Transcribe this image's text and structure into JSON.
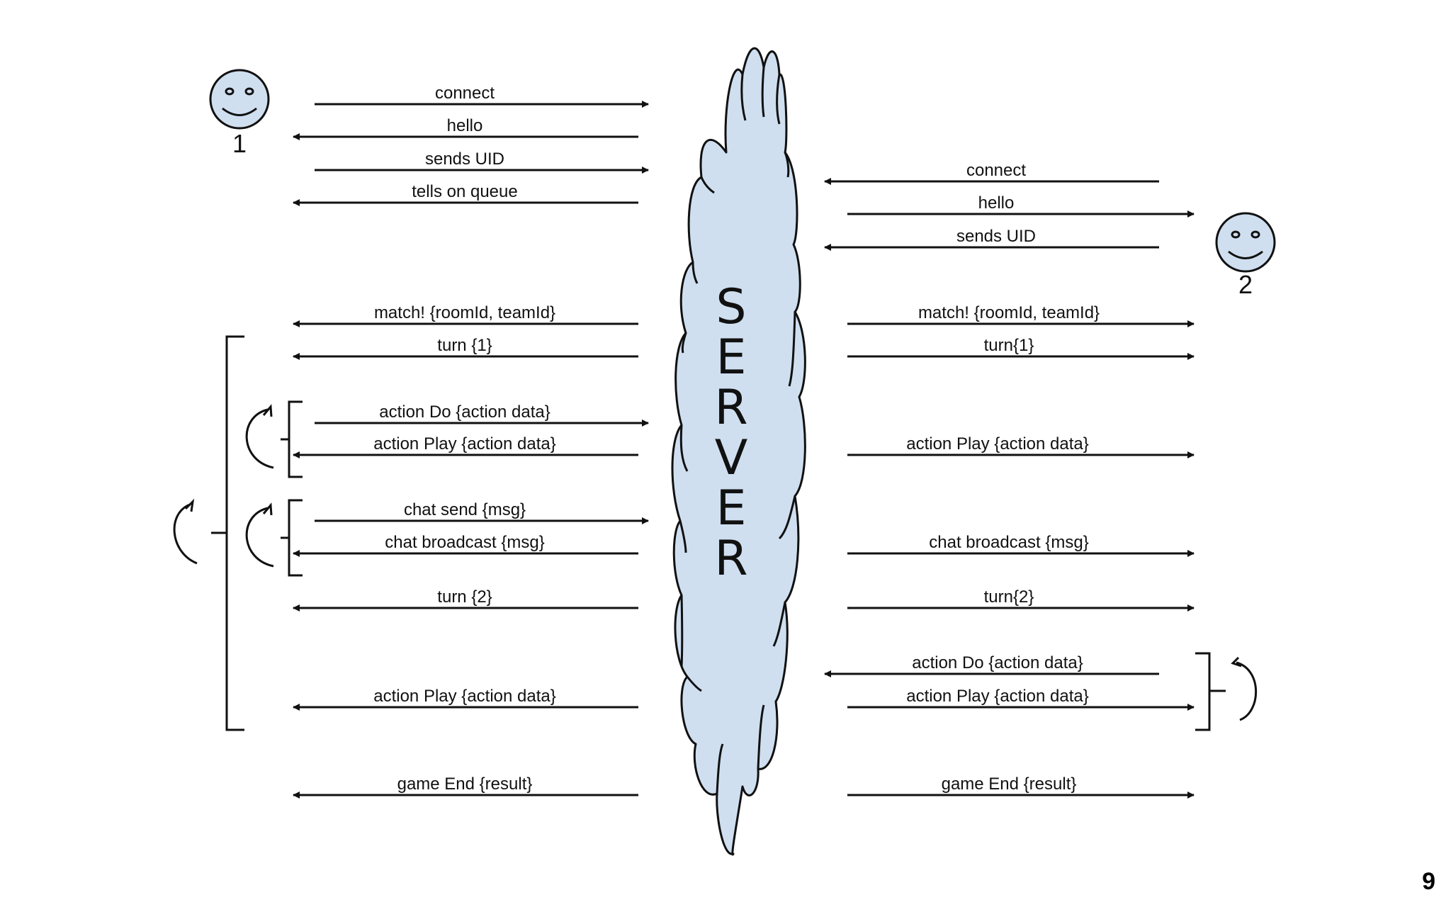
{
  "server": {
    "label_letters": [
      "S",
      "E",
      "R",
      "V",
      "E",
      "R"
    ],
    "fill_color": "#cfdff0"
  },
  "users": [
    {
      "number": "1",
      "icon": "smiley-face-icon"
    },
    {
      "number": "2",
      "icon": "smiley-face-icon"
    }
  ],
  "messages_left": [
    {
      "label": "connect",
      "direction": "to-server"
    },
    {
      "label": "hello",
      "direction": "to-client"
    },
    {
      "label": "sends UID",
      "direction": "to-server"
    },
    {
      "label": "tells on queue",
      "direction": "to-client"
    },
    {
      "label": "match! {roomId, teamId}",
      "direction": "to-client"
    },
    {
      "label": "turn {1}",
      "direction": "to-client"
    },
    {
      "label": "action Do {action data}",
      "direction": "to-server"
    },
    {
      "label": "action Play {action data}",
      "direction": "to-client"
    },
    {
      "label": "chat send {msg}",
      "direction": "to-server"
    },
    {
      "label": "chat broadcast {msg}",
      "direction": "to-client"
    },
    {
      "label": "turn {2}",
      "direction": "to-client"
    },
    {
      "label": "action Play {action data}",
      "direction": "to-client"
    },
    {
      "label": "game End {result}",
      "direction": "to-client"
    }
  ],
  "messages_right": [
    {
      "label": "connect",
      "direction": "to-server"
    },
    {
      "label": "hello",
      "direction": "to-client"
    },
    {
      "label": "sends UID",
      "direction": "to-server"
    },
    {
      "label": "match! {roomId, teamId}",
      "direction": "to-client"
    },
    {
      "label": "turn{1}",
      "direction": "to-client"
    },
    {
      "label": "action Play {action data}",
      "direction": "to-client"
    },
    {
      "label": "chat broadcast {msg}",
      "direction": "to-client"
    },
    {
      "label": "turn{2}",
      "direction": "to-client"
    },
    {
      "label": "action Do {action data}",
      "direction": "to-server"
    },
    {
      "label": "action Play {action data}",
      "direction": "to-client"
    },
    {
      "label": "game End {result}",
      "direction": "to-client"
    }
  ],
  "page_number": "9"
}
